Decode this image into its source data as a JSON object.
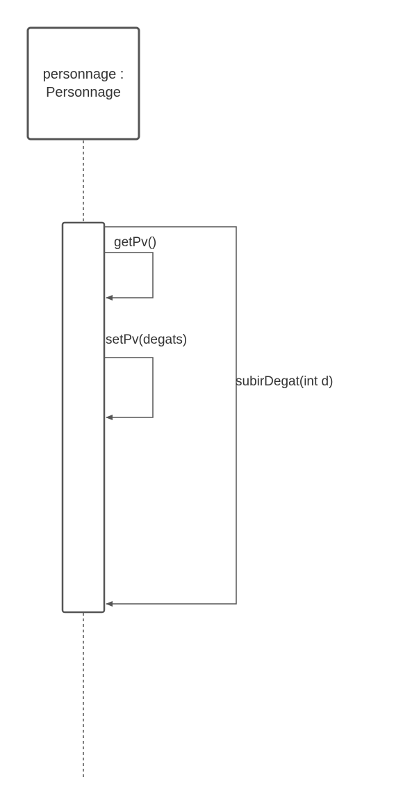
{
  "colors": {
    "line": "#555555",
    "text": "#333333",
    "background": "#ffffff"
  },
  "participant": {
    "name_line1": "personnage :",
    "name_line2": "Personnage"
  },
  "messages": {
    "get_pv": "getPv()",
    "set_pv": "setPv(degats)",
    "subir_degat": "subirDegat(int d)"
  }
}
